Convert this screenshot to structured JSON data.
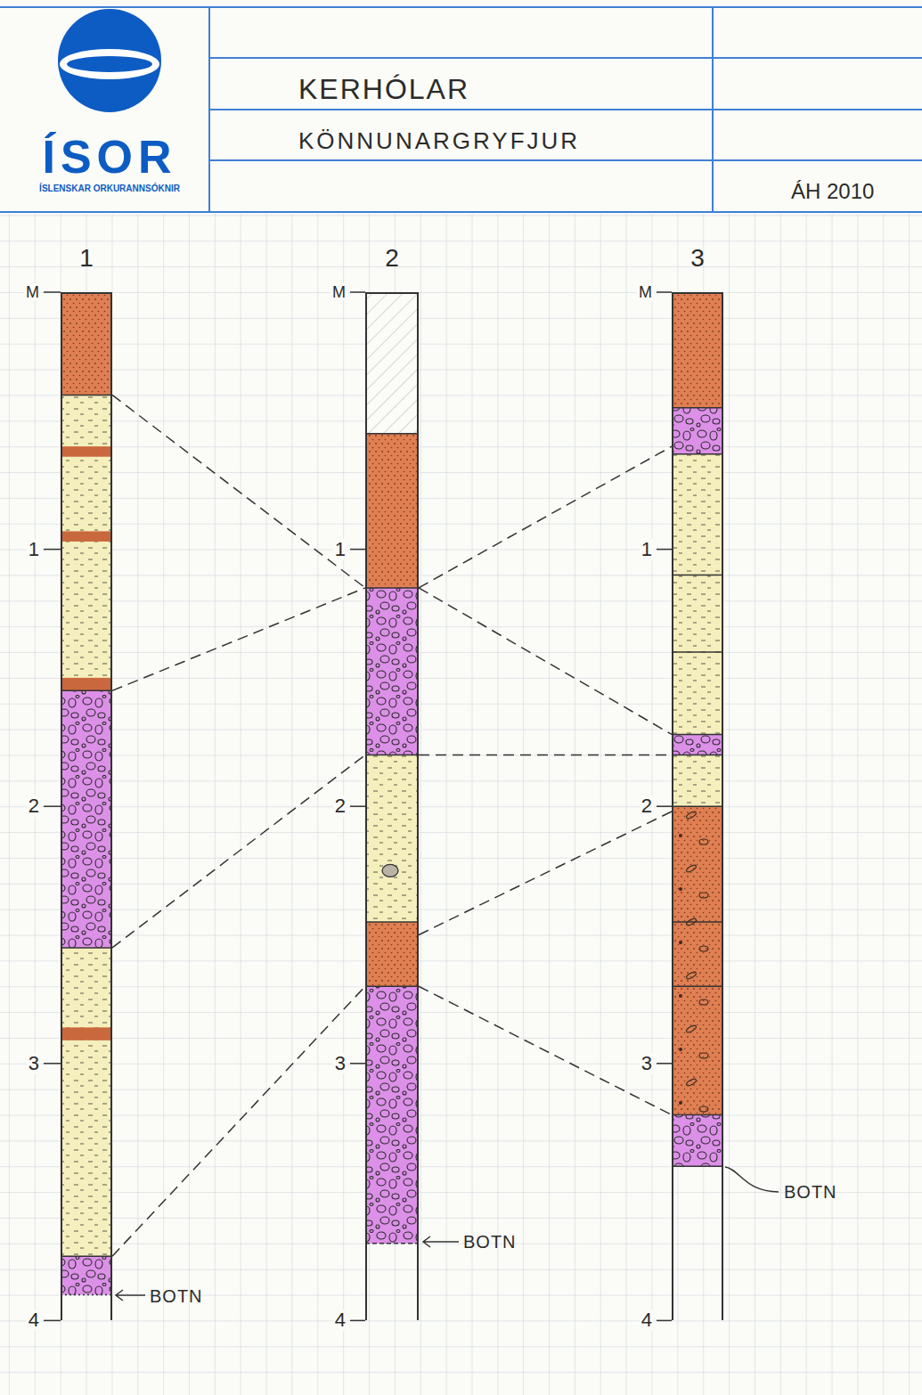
{
  "diagram": {
    "title": "KERHÓLAR",
    "nodes": [
      {
        "text": [
          "1"
        ]
      },
      {
        "text": [
          "2"
        ]
      },
      {
        "text": [
          "3"
        ]
      }
    ],
    "edges": [
      {
        "from": 0,
        "to": 1,
        "arrow": "none"
      },
      {
        "from": 1,
        "to": 2,
        "arrow": "none"
      },
      {
        "from": 0,
        "to": 1,
        "arrow": "none"
      },
      {
        "from": 1,
        "to": 2,
        "arrow": "none"
      },
      {
        "from": 1,
        "to": 2,
        "arrow": "none"
      },
      {
        "from": 0,
        "to": 1,
        "arrow": "none"
      },
      {
        "from": 1,
        "to": 2,
        "arrow": "none"
      },
      {
        "from": 0,
        "to": 1,
        "arrow": "none"
      },
      {
        "from": 1,
        "to": 2,
        "arrow": "none"
      }
    ],
    "labels": [
      "ÍSOR",
      "ÍSLENSKAR ORKURANNSÓKNIR",
      "KÖNNUNARGRYFJUR",
      "ÁH 2010",
      "M",
      "1",
      "2",
      "3",
      "4",
      "M",
      "1",
      "2",
      "3",
      "4",
      "M",
      "1",
      "2",
      "3",
      "4",
      "BOTN",
      "BOTN",
      "BOTN"
    ]
  }
}
